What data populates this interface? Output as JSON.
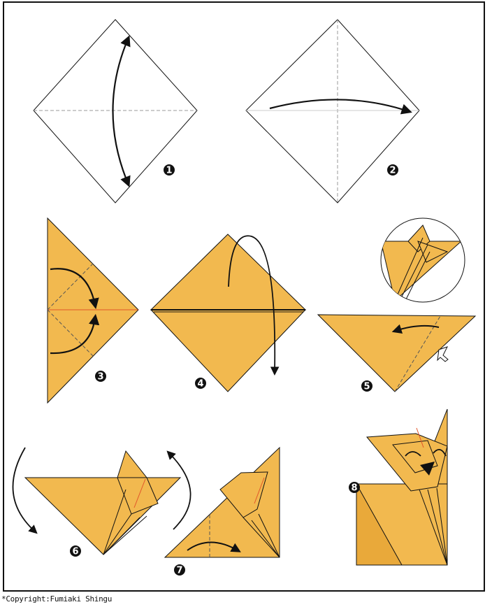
{
  "diagram": {
    "colors": {
      "paper": "#f2b94f",
      "paper_dark": "#e9a93a",
      "outline": "#111111",
      "crease_white": "#999999",
      "crease_center": "#e2552a",
      "step_badge": "#111111"
    },
    "steps": [
      {
        "number": "1"
      },
      {
        "number": "2"
      },
      {
        "number": "3"
      },
      {
        "number": "4"
      },
      {
        "number": "5"
      },
      {
        "number": "6"
      },
      {
        "number": "7"
      },
      {
        "number": "8"
      }
    ]
  },
  "footer": {
    "copyright": "*Copyright:Fumiaki Shingu"
  }
}
